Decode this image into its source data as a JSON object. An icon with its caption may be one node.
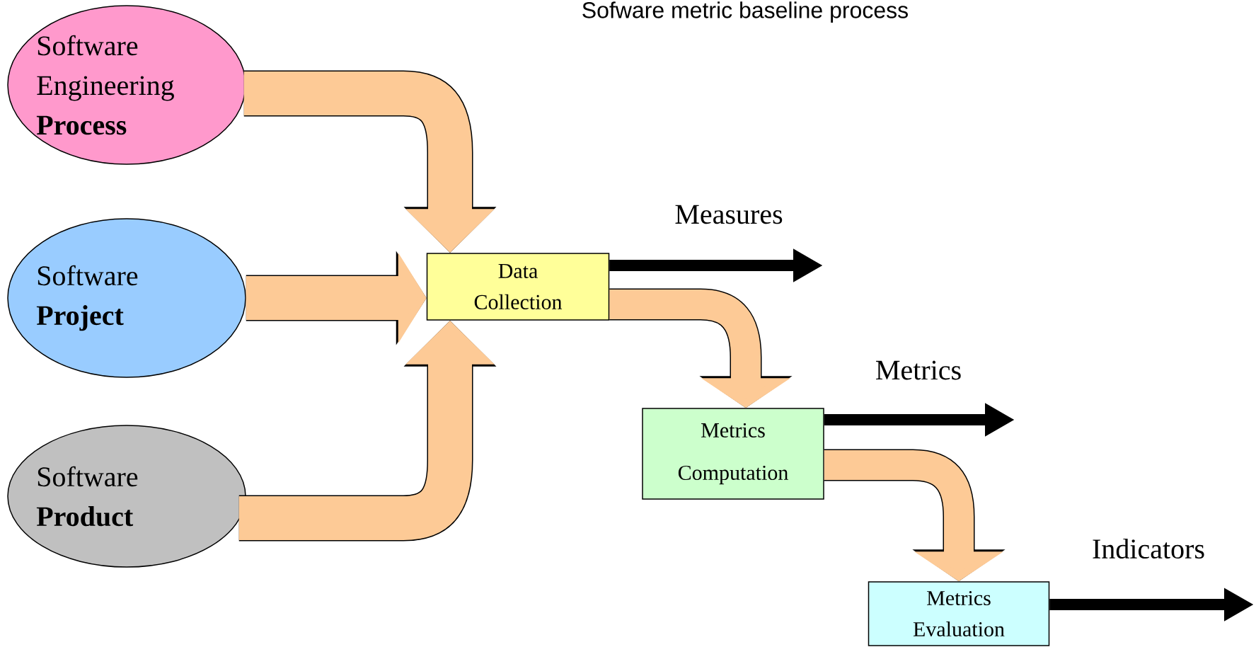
{
  "diagram": {
    "title": "Sofware metric baseline process",
    "nodes": [
      {
        "text": [
          "Software Engineering **Process**"
        ]
      },
      {
        "text": [
          "Software **Project**"
        ]
      },
      {
        "text": [
          "Software **Product**"
        ]
      },
      {
        "text": [
          "Data Collection"
        ]
      },
      {
        "text": [
          "Metrics Computation"
        ]
      },
      {
        "text": [
          "Metrics Evaluation"
        ]
      }
    ],
    "edges": [
      {
        "from": 0,
        "to": 3,
        "arrow": "to"
      },
      {
        "from": 1,
        "to": 3,
        "arrow": "to"
      },
      {
        "from": 2,
        "to": 3,
        "arrow": "to"
      },
      {
        "from": 3,
        "to": 4,
        "arrow": "to"
      },
      {
        "from": 4,
        "to": 5,
        "arrow": "to"
      },
      {
        "from": 3,
        "to": null,
        "arrow": "to",
        "label": "Measures",
        "color": "#000000"
      },
      {
        "from": 4,
        "to": null,
        "arrow": "to",
        "label": "Metrics",
        "color": "#000000"
      },
      {
        "from": 5,
        "to": null,
        "arrow": "to",
        "label": "Indicators",
        "color": "#000000"
      }
    ]
  }
}
